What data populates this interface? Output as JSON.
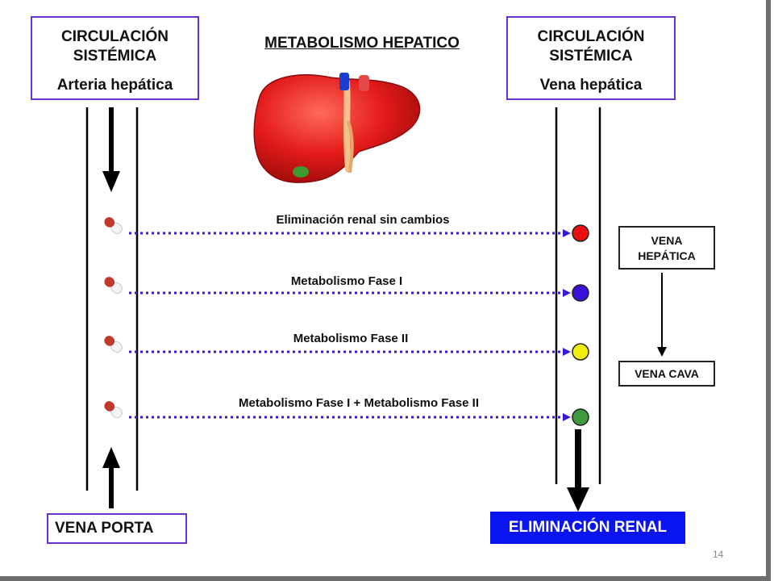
{
  "title": "METABOLISMO HEPATICO",
  "left_box": {
    "line1": "CIRCULACIÓN",
    "line2": "SISTÉMICA",
    "line3": "Arteria hepática"
  },
  "right_box": {
    "line1": "CIRCULACIÓN",
    "line2": "SISTÉMICA",
    "line3": "Vena hepática"
  },
  "bottom_left": "VENA PORTA",
  "bottom_right": "ELIMINACIÓN RENAL",
  "side_flow": {
    "top": [
      "VENA",
      "HEPÁTICA"
    ],
    "bottom": "VENA CAVA"
  },
  "pathways": [
    {
      "label": "Eliminación renal sin cambios",
      "color": "#e81010"
    },
    {
      "label": "Metabolismo Fase I",
      "color": "#3a10d8"
    },
    {
      "label": "Metabolismo Fase II",
      "color": "#f2ee10"
    },
    {
      "label": "Metabolismo Fase I + Metabolismo Fase II",
      "color": "#3f9a3f"
    }
  ],
  "page_number": "14",
  "colors": {
    "box_border": "#6633cc",
    "dotted_arrow": "#3a1ad8",
    "renal_bg": "#0a14f0"
  }
}
